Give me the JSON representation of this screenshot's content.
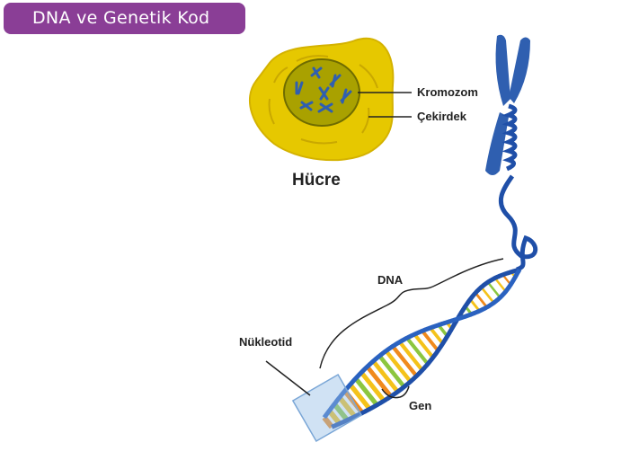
{
  "title": "DNA ve Genetik Kod",
  "labels": {
    "cell": "Hücre",
    "chromosome": "Kromozom",
    "nucleus": "Çekirdek",
    "dna": "DNA",
    "nucleotide": "Nükleotid",
    "gene": "Gen"
  },
  "colors": {
    "title_bg": "#8a3e96",
    "cytoplasm": "#e6c800",
    "nucleus": "#a9a100",
    "chromosome": "#2f5fb0",
    "dna_strand": "#1f4fa8",
    "base_colors": [
      "#f08a1c",
      "#f4c21a",
      "#8cc63f",
      "#e6411e"
    ]
  }
}
